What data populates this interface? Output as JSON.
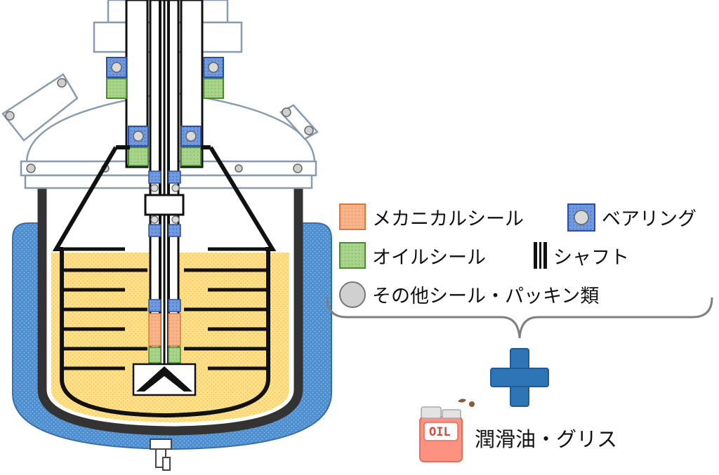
{
  "legend": {
    "mechanical_seal": "メカニカルシール",
    "bearing": "ベアリング",
    "oil_seal": "オイルシール",
    "shaft": "シャフト",
    "other_seals": "その他シール・パッキン類"
  },
  "lubricant": {
    "label": "潤滑油・グリス",
    "can_label": "OIL"
  },
  "colors": {
    "mechanical_seal": "#f4b183",
    "bearing": "#4472c4",
    "oil_seal": "#a9d18e",
    "other_seal": "#cfcfcf",
    "jacket_fluid": "#5b9bd5",
    "contents": "#ffe699",
    "plus_sign": "#2e75b6",
    "can_body": "#ff8c7a"
  },
  "icons": [
    "plus-icon",
    "oil-can-icon"
  ]
}
